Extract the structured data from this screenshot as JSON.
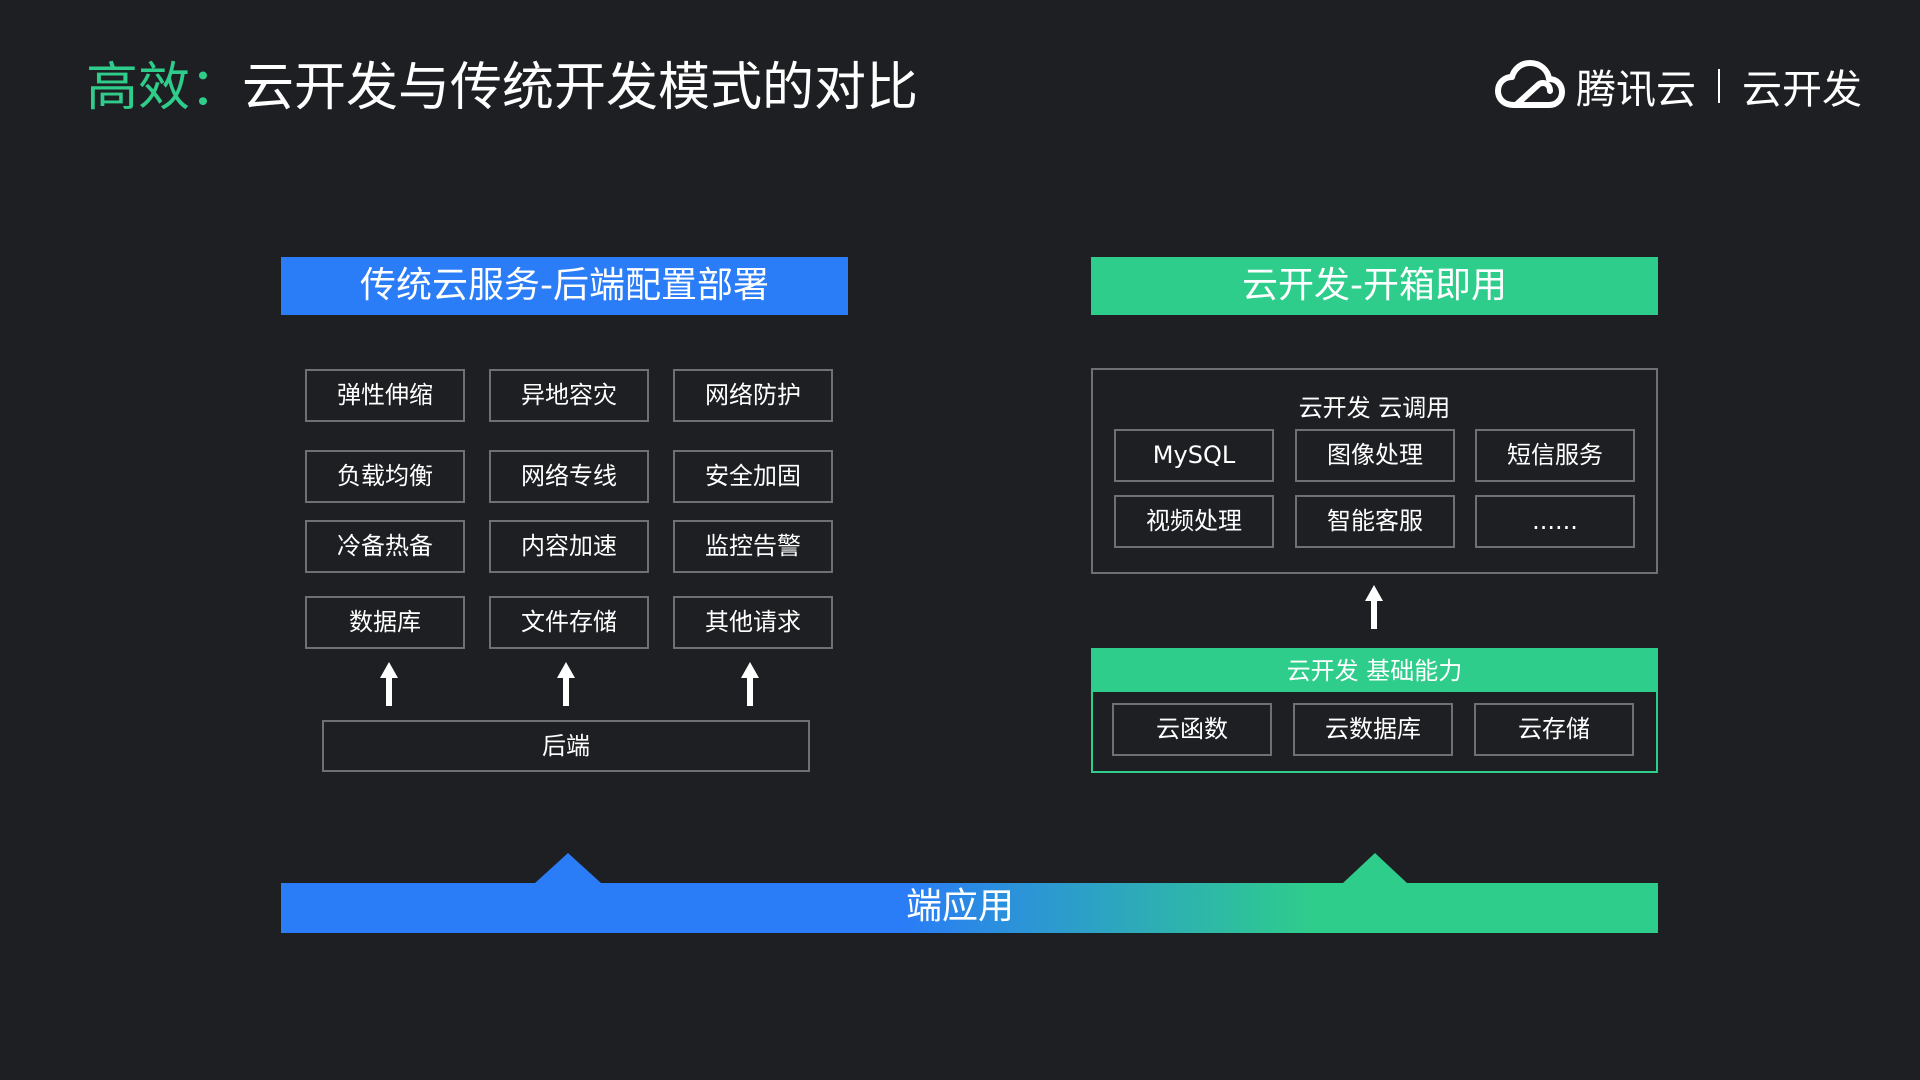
{
  "header": {
    "title_highlight": "高效：",
    "title_rest": "云开发与传统开发模式的对比",
    "brand_name": "腾讯云",
    "brand_product": "云开发"
  },
  "left": {
    "banner": "传统云服务-后端配置部署",
    "services": [
      "弹性伸缩",
      "异地容灾",
      "网络防护",
      "负载均衡",
      "网络专线",
      "安全加固",
      "冷备热备",
      "内容加速",
      "监控告警",
      "数据库",
      "文件存储",
      "其他请求"
    ],
    "backend": "后端"
  },
  "right": {
    "banner": "云开发-开箱即用",
    "call_panel_title": "云开发 云调用",
    "call_items": [
      "MySQL",
      "图像处理",
      "短信服务",
      "视频处理",
      "智能客服",
      "......"
    ],
    "base_title": "云开发 基础能力",
    "base_items": [
      "云函数",
      "云数据库",
      "云存储"
    ]
  },
  "bottom": {
    "label": "端应用"
  },
  "colors": {
    "background": "#1e1f23",
    "accent_green": "#2fcd8b",
    "accent_blue": "#2a7cf7",
    "box_border": "#6f7075"
  },
  "icons": {
    "brand_logo": "cloud-logo-icon",
    "arrow": "arrow-up-icon"
  }
}
